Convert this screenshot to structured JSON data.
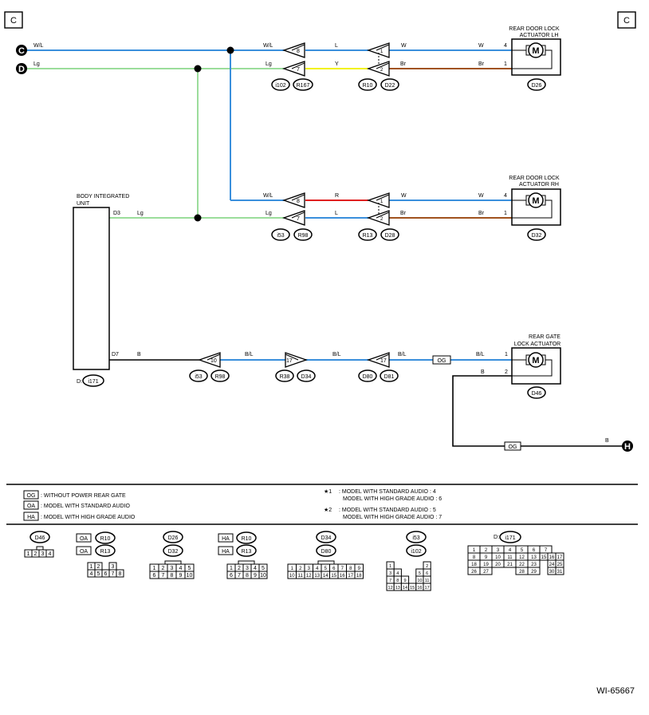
{
  "connectors": {
    "C": "C",
    "D": "D",
    "H": "H",
    "corner_left": "C",
    "corner_right": "C"
  },
  "wires": {
    "wl_c": "W/L",
    "lg_d": "Lg",
    "wl_top": "W/L",
    "lg_top": "Lg",
    "l_top": "L",
    "y_top": "Y",
    "w_top": "W",
    "br_top": "Br",
    "w_top_r": "W",
    "br_top_r": "Br",
    "d3": "D3",
    "lg_bcm": "Lg",
    "wl_mid": "W/L",
    "lg_mid": "Lg",
    "r_mid": "R",
    "l_mid": "L",
    "w_mid": "W",
    "br_mid": "Br",
    "w_mid_r": "W",
    "br_mid_r": "Br",
    "d7": "D7",
    "b_bcm": "B",
    "bl_1": "B/L",
    "bl_2": "B/L",
    "bl_3": "B/L",
    "bl_4": "B/L",
    "b_gate": "B",
    "b_ground": "B"
  },
  "pins": {
    "p8a": "8",
    "p7a": "7",
    "p1a": "1",
    "p2a": "2",
    "lh4": "4",
    "lh1": "1",
    "p8b": "8",
    "p7b": "7",
    "p1b": "1",
    "p2b": "2",
    "rh4": "4",
    "rh1": "1",
    "p10": "10",
    "p17a": "17",
    "p17b": "17",
    "g1": "1",
    "g2": "2"
  },
  "tags": {
    "i102": "i102",
    "r167": "R167",
    "r10": "R10",
    "d22": "D22",
    "d26": "D26",
    "i53": "i53",
    "r98": "R98",
    "r13": "R13",
    "d28": "D28",
    "d32": "D32",
    "i53b": "i53",
    "r98b": "R98",
    "r38": "R38",
    "d34": "D34",
    "d80": "D80",
    "d81": "D81",
    "d46": "D46",
    "i171": "i171",
    "d_prefix": "D:",
    "og": "OG",
    "og2": "OG"
  },
  "components": {
    "lh_title1": "REAR DOOR LOCK",
    "lh_title2": "ACTUATOR LH",
    "rh_title1": "REAR DOOR LOCK",
    "rh_title2": "ACTUATOR RH",
    "gate_title1": "REAR GATE",
    "gate_title2": "LOCK ACTUATOR",
    "motor": "M",
    "bcm1": "BODY INTEGRATED",
    "bcm2": "UNIT"
  },
  "legend": {
    "og": "OG",
    "og_text": ": WITHOUT POWER REAR GATE",
    "oa": "OA",
    "oa_text": ": MODEL WITH STANDARD AUDIO",
    "ha": "HA",
    "ha_text": ": MODEL WITH HIGH GRADE AUDIO",
    "n1": "★1",
    "n1a": ": MODEL WITH STANDARD AUDIO  : 4",
    "n1b": "MODEL WITH HIGH GRADE AUDIO  : 6",
    "n2": "★2",
    "n2a": ": MODEL WITH STANDARD AUDIO  : 5",
    "n2b": "MODEL WITH HIGH GRADE AUDIO  : 7"
  },
  "connector_views": {
    "d46": "D46",
    "oa1": "OA",
    "r10": "R10",
    "oa2": "OA",
    "r13": "R13",
    "d26": "D26",
    "d32": "D32",
    "ha1": "HA",
    "r10b": "R10",
    "ha2": "HA",
    "r13b": "R13",
    "d34": "D34",
    "d80": "D80",
    "i53": "i53",
    "i102": "i102",
    "d_prefix": "D:",
    "i171": "i171"
  },
  "code": "WI-65667",
  "colors": {
    "blue": "#3a8fdc",
    "green": "#9bdd9b",
    "yellow": "#f2f20a",
    "brown": "#a0521e",
    "red": "#e02020"
  }
}
